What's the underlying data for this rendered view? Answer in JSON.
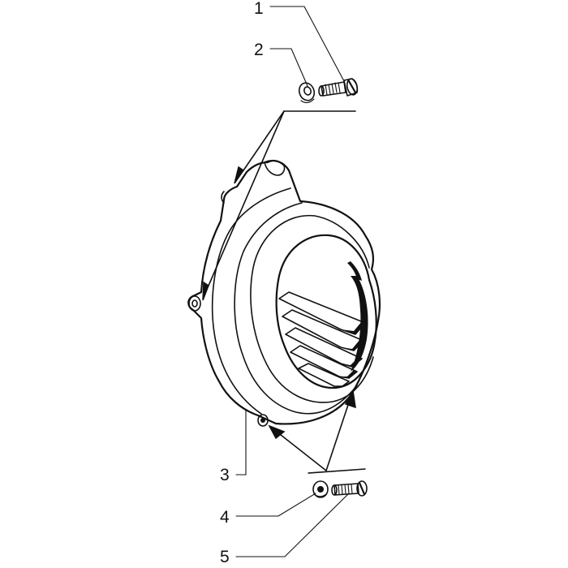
{
  "callouts": [
    {
      "id": "1",
      "label": "1"
    },
    {
      "id": "2",
      "label": "2"
    },
    {
      "id": "3",
      "label": "3"
    },
    {
      "id": "4",
      "label": "4"
    },
    {
      "id": "5",
      "label": "5"
    }
  ],
  "parts": {
    "screw_top": "screw-icon",
    "washer_top": "washer-icon",
    "cover": "flywheel-cover",
    "washer_bottom": "washer-icon",
    "screw_bottom": "screw-icon"
  },
  "colors": {
    "ink": "#111111",
    "paper": "#ffffff"
  }
}
